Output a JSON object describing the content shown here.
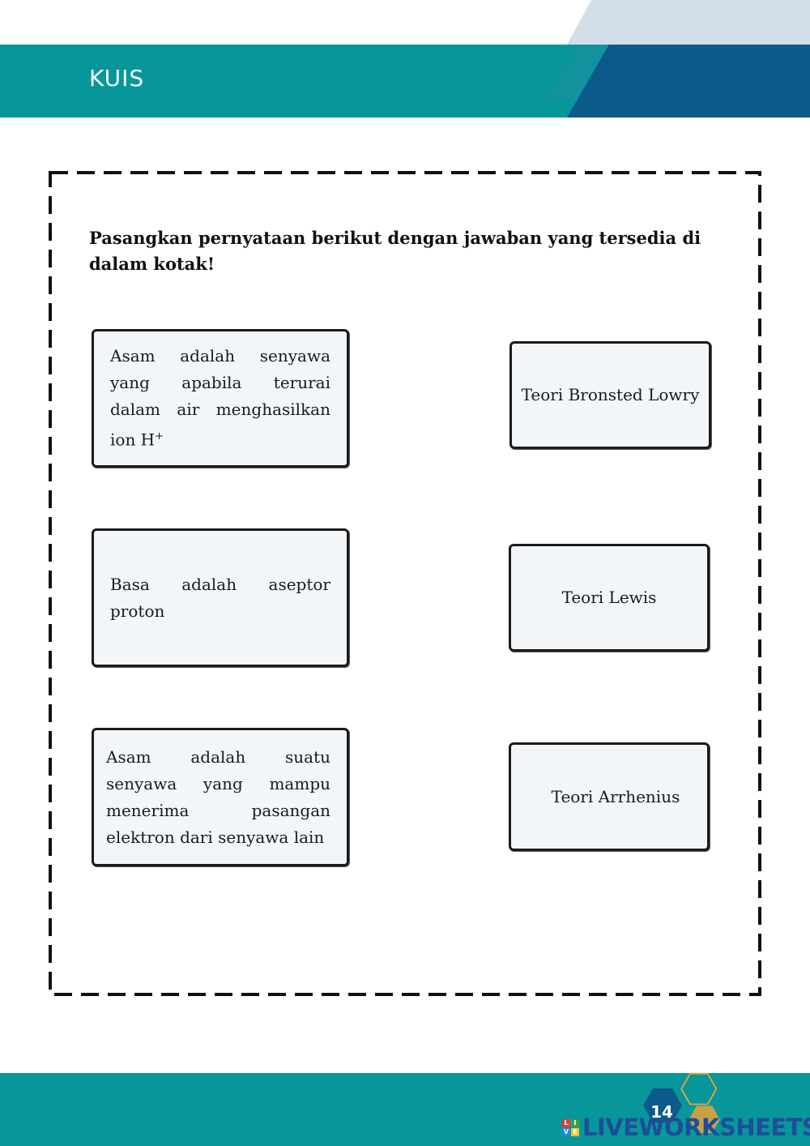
{
  "header": {
    "title": "KUIS"
  },
  "instruction": "Pasangkan pernyataan berikut dengan jawaban yang tersedia di dalam kotak!",
  "statements": [
    {
      "text": "Asam adalah senyawa yang apabila terurai dalam air menghasilkan ion H",
      "superscript": "+"
    },
    {
      "text": "Basa adalah aseptor proton"
    },
    {
      "text": "Asam adalah suatu senyawa yang mampu menerima pasangan elektron dari senyawa lain"
    }
  ],
  "answers": [
    {
      "text": "Teori Bronsted Lowry"
    },
    {
      "text": "Teori Lewis"
    },
    {
      "text": "Teori Arrhenius"
    }
  ],
  "footer": {
    "page_number": "14",
    "brand": "LIVEWORKSHEETS",
    "brand_letters": [
      "L",
      "I",
      "V",
      "E"
    ]
  },
  "colors": {
    "teal": "#07979a",
    "navy": "#0b5a8a",
    "light_blue": "#d3dfe8",
    "card_fill": "#f2f6f9",
    "brand_blue": "#1f4d9a"
  }
}
